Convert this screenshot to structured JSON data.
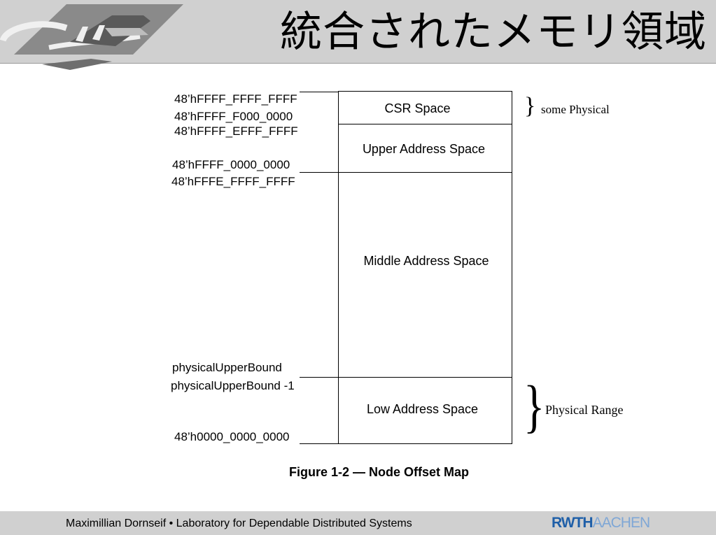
{
  "header": {
    "title": "統合されたメモリ領域"
  },
  "diagram": {
    "address_labels": [
      "48’hFFFF_FFFF_FFFF",
      "48’hFFFF_F000_0000",
      "48’hFFFF_EFFF_FFFF",
      "48’hFFFF_0000_0000",
      "48’hFFFE_FFFF_FFFF",
      "physicalUpperBound",
      "physicalUpperBound -1",
      "48’h0000_0000_0000"
    ],
    "regions": [
      "CSR Space",
      "Upper Address Space",
      "Middle Address Space",
      "Low Address Space"
    ],
    "annotations": {
      "some_physical": "some Physical",
      "physical_range": "Physical Range"
    },
    "caption": "Figure 1-2 — Node Offset Map"
  },
  "footer": {
    "text": "Maximillian Dornseif • Laboratory for Dependable Distributed Systems",
    "logo_part1": "RWTH",
    "logo_part2": "AACHEN"
  }
}
